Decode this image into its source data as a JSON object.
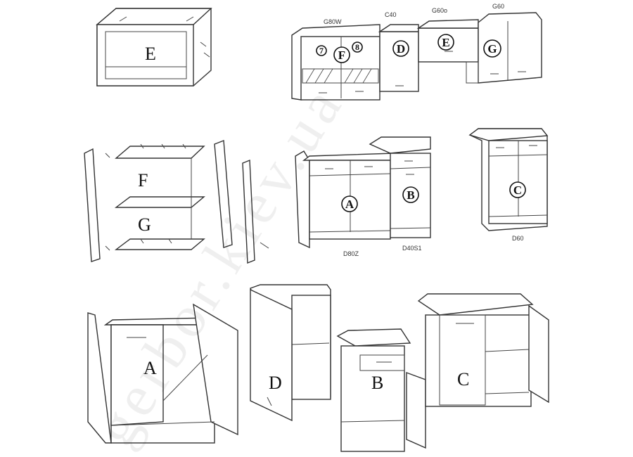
{
  "watermark": "gerbor.kiev.ua",
  "top_left": {
    "letter": "E"
  },
  "wall_row": {
    "codes": [
      "G80W",
      "C40",
      "G60o",
      "G60"
    ],
    "markers": [
      "7",
      "F",
      "8",
      "D",
      "E",
      "G"
    ]
  },
  "exploded": {
    "letters": [
      "F",
      "G"
    ]
  },
  "base_row": {
    "codes": [
      "D80Z",
      "D40S1",
      "D60"
    ],
    "markers": [
      "A",
      "B",
      "C"
    ]
  },
  "bottom_row": {
    "letters": [
      "A",
      "D",
      "B",
      "C"
    ]
  }
}
